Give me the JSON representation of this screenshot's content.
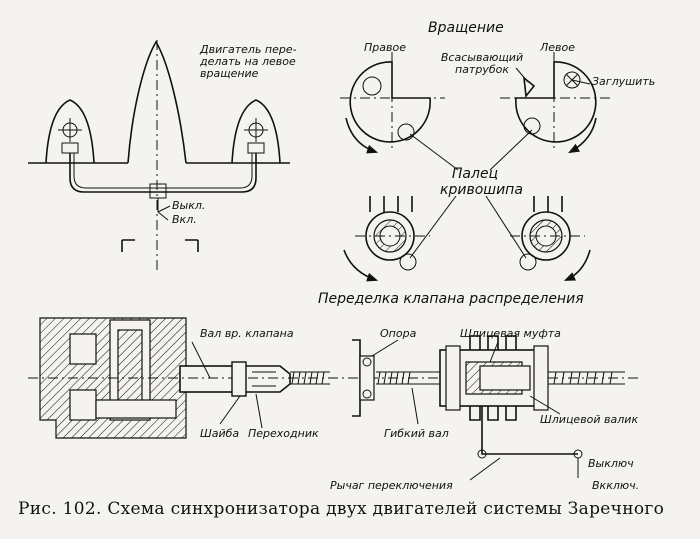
{
  "labels": {
    "engine_note": "Двигатель пере- делать на левое вращение",
    "off": "Выкл.",
    "on": "Вкл.",
    "rotation_title": "Вращение",
    "right": "Правое",
    "left": "Левое",
    "intake": "Всасывающий патрубок",
    "plug": "Заглушить",
    "crank_pin": "Палец кривошипа",
    "valve_title": "Переделка клапана распределения",
    "valve_shaft": "Вал вр. клапана",
    "support": "Опора",
    "spline_coupling": "Шлицевая муфта",
    "washer": "Шайба",
    "adapter": "Переходник",
    "flex_shaft": "Гибкий вал",
    "spline_shaft": "Шлицевой валик",
    "off_right": "Выключ",
    "on_right": "Вкключ.",
    "lever": "Рычаг переключения"
  },
  "caption": "Рис. 102. Схема синхронизатора двух двигателей системы Заречного"
}
